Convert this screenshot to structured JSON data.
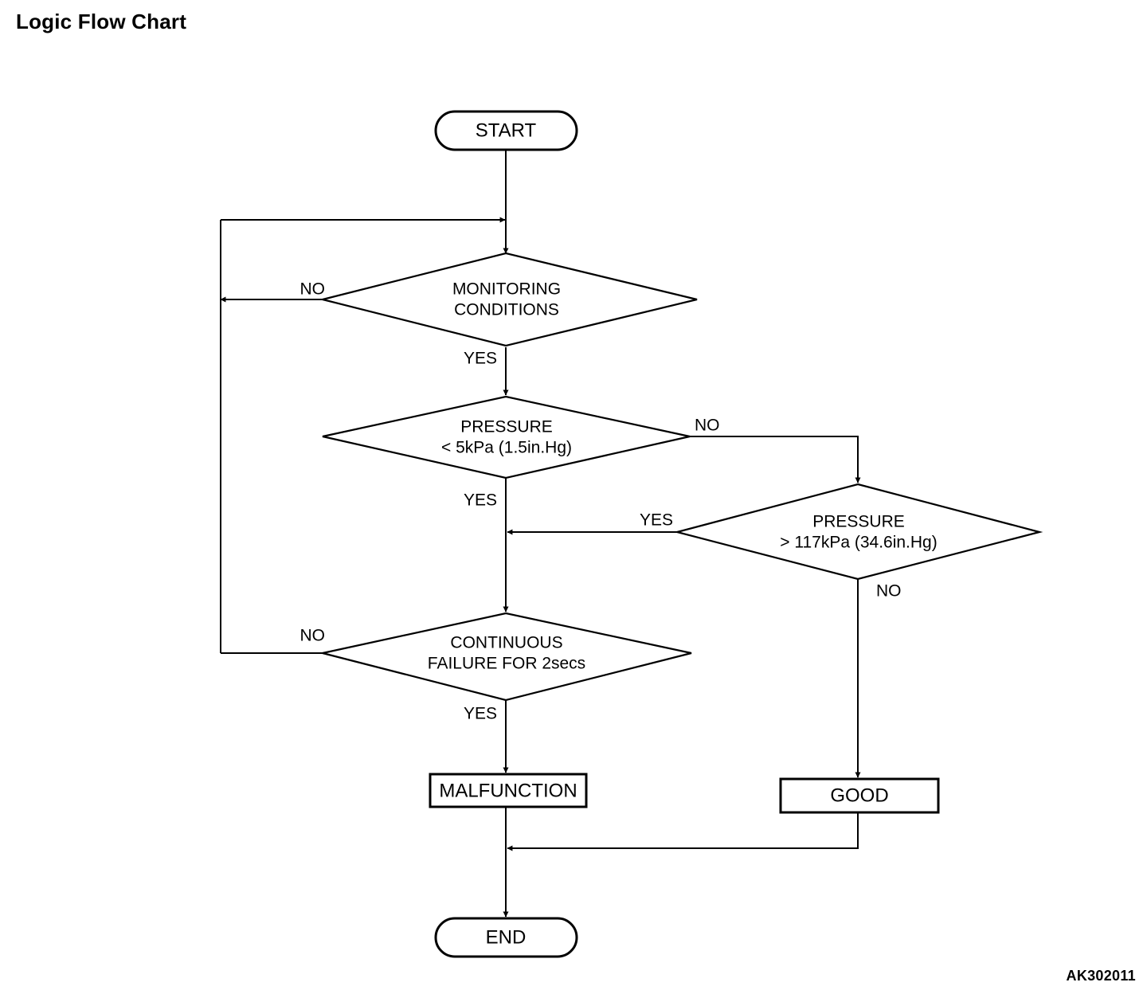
{
  "page": {
    "title": "Logic Flow Chart",
    "watermark": "AK302011",
    "background_color": "#ffffff",
    "line_color": "#000000"
  },
  "chart_data": {
    "type": "diagram",
    "title": "Logic Flow Chart",
    "diagram_kind": "flowchart",
    "nodes": [
      {
        "id": "start",
        "shape": "terminator",
        "lines": [
          "START"
        ]
      },
      {
        "id": "monitoring",
        "shape": "decision",
        "lines": [
          "MONITORING",
          "CONDITIONS"
        ]
      },
      {
        "id": "pressure_low",
        "shape": "decision",
        "lines": [
          "PRESSURE",
          "< 5kPa (1.5in.Hg)"
        ]
      },
      {
        "id": "pressure_high",
        "shape": "decision",
        "lines": [
          "PRESSURE",
          "> 117kPa (34.6in.Hg)"
        ]
      },
      {
        "id": "continuous",
        "shape": "decision",
        "lines": [
          "CONTINUOUS",
          "FAILURE FOR 2secs"
        ]
      },
      {
        "id": "malfunction",
        "shape": "process",
        "lines": [
          "MALFUNCTION"
        ]
      },
      {
        "id": "good",
        "shape": "process",
        "lines": [
          "GOOD"
        ]
      },
      {
        "id": "end",
        "shape": "terminator",
        "lines": [
          "END"
        ]
      }
    ],
    "edges": [
      {
        "from": "start",
        "to": "monitoring",
        "label": ""
      },
      {
        "from": "monitoring",
        "to": "monitoring",
        "label": "NO"
      },
      {
        "from": "monitoring",
        "to": "pressure_low",
        "label": "YES"
      },
      {
        "from": "pressure_low",
        "to": "pressure_high",
        "label": "NO"
      },
      {
        "from": "pressure_low",
        "to": "continuous",
        "label": "YES"
      },
      {
        "from": "pressure_high",
        "to": "continuous",
        "label": "YES"
      },
      {
        "from": "pressure_high",
        "to": "good",
        "label": "NO"
      },
      {
        "from": "continuous",
        "to": "monitoring",
        "label": "NO"
      },
      {
        "from": "continuous",
        "to": "malfunction",
        "label": "YES"
      },
      {
        "from": "malfunction",
        "to": "end",
        "label": ""
      },
      {
        "from": "good",
        "to": "end",
        "label": ""
      }
    ]
  },
  "nodes": {
    "start": {
      "label": "START"
    },
    "monitoring": {
      "line1": "MONITORING",
      "line2": "CONDITIONS"
    },
    "pressure_low": {
      "line1": "PRESSURE",
      "line2": "< 5kPa (1.5in.Hg)"
    },
    "pressure_high": {
      "line1": "PRESSURE",
      "line2": "> 117kPa (34.6in.Hg)"
    },
    "continuous": {
      "line1": "CONTINUOUS",
      "line2": "FAILURE FOR 2secs"
    },
    "malfunction": {
      "label": "MALFUNCTION"
    },
    "good": {
      "label": "GOOD"
    },
    "end": {
      "label": "END"
    }
  },
  "labels": {
    "monitoring_no": "NO",
    "monitoring_yes": "YES",
    "pressure_low_no": "NO",
    "pressure_low_yes": "YES",
    "pressure_high_yes": "YES",
    "pressure_high_no": "NO",
    "continuous_no": "NO",
    "continuous_yes": "YES"
  }
}
